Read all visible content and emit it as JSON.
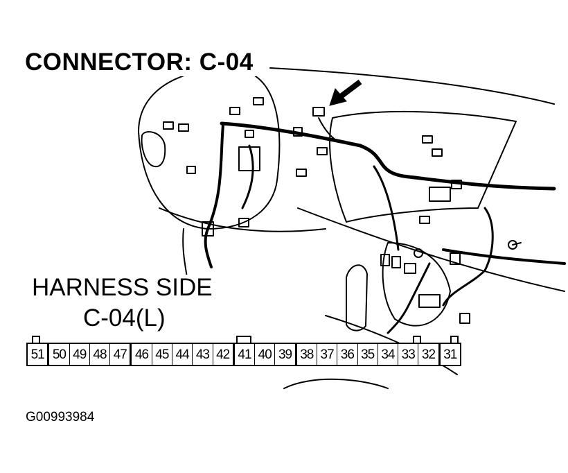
{
  "title": "CONNECTOR: C-04",
  "harness_label": "HARNESS SIDE",
  "harness_connector": "C-04(L)",
  "figure_id": "G00993984",
  "connector_pins": [
    "51",
    "50",
    "49",
    "48",
    "47",
    "46",
    "45",
    "44",
    "43",
    "42",
    "41",
    "40",
    "39",
    "38",
    "37",
    "36",
    "35",
    "34",
    "33",
    "32",
    "31"
  ],
  "boxed_pins": [
    "50",
    "46",
    "41",
    "38",
    "31"
  ],
  "colors": {
    "ink": "#000000",
    "paper": "#ffffff"
  }
}
